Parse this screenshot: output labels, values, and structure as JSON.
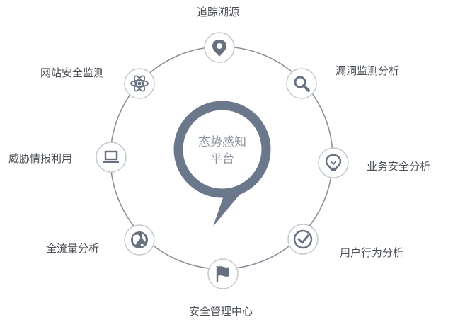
{
  "center": {
    "line1": "态势感知",
    "line2": "平台"
  },
  "nodes": [
    {
      "id": "trace",
      "label": "追踪溯源",
      "icon": "location-pin-icon"
    },
    {
      "id": "vuln",
      "label": "漏洞监测分析",
      "icon": "magnifier-icon"
    },
    {
      "id": "biz",
      "label": "业务安全分析",
      "icon": "lightbulb-icon"
    },
    {
      "id": "user",
      "label": "用户行为分析",
      "icon": "check-badge-icon"
    },
    {
      "id": "mgmt",
      "label": "安全管理中心",
      "icon": "flag-icon"
    },
    {
      "id": "traffic",
      "label": "全流量分析",
      "icon": "globe-icon"
    },
    {
      "id": "threat",
      "label": "威胁情报利用",
      "icon": "laptop-icon"
    },
    {
      "id": "website",
      "label": "网站安全监测",
      "icon": "atom-icon"
    }
  ],
  "colors": {
    "ring": "#8a909a",
    "node_border": "#c4c8ce",
    "icon": "#66707f",
    "bubble": "#6b778a",
    "center_text": "#8f96a2",
    "label": "#4b4f57"
  }
}
